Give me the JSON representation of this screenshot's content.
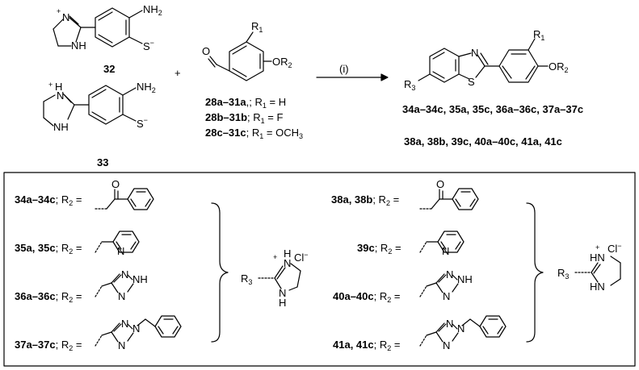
{
  "reactants": {
    "compound_32": {
      "label": "32",
      "nh2": "NH",
      "nh2_sub": "2",
      "s_minus": "S",
      "minus": "−",
      "plus": "+",
      "n_upper": "N",
      "nh": "NH"
    },
    "compound_33": {
      "label": "33",
      "nh2": "NH",
      "nh2_sub": "2",
      "s_minus": "S",
      "minus": "−",
      "plus": "+",
      "n_upper": "H",
      "n_upper2": "N",
      "nh": "NH"
    },
    "plus_sign": "+",
    "aldehyde": {
      "o": "O",
      "r1": "R",
      "r1_sub": "1",
      "or2": "OR",
      "or2_sub": "2",
      "series": [
        {
          "code": "28a–31a",
          "rest": ",; R",
          "sub": "1",
          "value": " = H"
        },
        {
          "code": "28b–31b",
          "rest": "; R",
          "sub": "1",
          "value": " = F"
        },
        {
          "code": "28c–31c",
          "rest": "; R",
          "sub": "1",
          "value": " = OCH",
          "value_sub": "3"
        }
      ]
    }
  },
  "conditions": {
    "reagent": "(i)"
  },
  "product": {
    "n": "N",
    "s": "S",
    "r1": "R",
    "r1_sub": "1",
    "or2": "OR",
    "or2_sub": "2",
    "r3": "R",
    "r3_sub": "3",
    "list_1": "34a–34c, 35a, 35c, 36a–36c, 37a–37c",
    "list_2": "38a, 38b, 39c, 40a–40c, 41a, 41c"
  },
  "legend": {
    "left": [
      {
        "code": "34a–34c",
        "rest": "; R",
        "sub": "2",
        "eq": " ="
      },
      {
        "code": "35a, 35c",
        "rest": "; R",
        "sub": "2",
        "eq": " ="
      },
      {
        "code": "36a–36c",
        "rest": "; R",
        "sub": "2",
        "eq": " ="
      },
      {
        "code": "37a–37c",
        "rest": "; R",
        "sub": "2",
        "eq": " ="
      }
    ],
    "right": [
      {
        "code": "38a, 38b",
        "rest": "; R",
        "sub": "2",
        "eq": " ="
      },
      {
        "code": "39c",
        "rest": "; R",
        "sub": "2",
        "eq": " ="
      },
      {
        "code": "40a–40c",
        "rest": "; R",
        "sub": "2",
        "eq": " ="
      },
      {
        "code": "41a, 41c",
        "rest": "; R",
        "sub": "2",
        "eq": " ="
      }
    ],
    "atoms": {
      "o": "O",
      "n": "N",
      "nh": "NH",
      "n_benzyl": "N"
    },
    "r3_left": {
      "r": "R",
      "sub": "3",
      "plus": "+",
      "n_top": "N",
      "h_top": "H",
      "cl": "Cl",
      "cl_minus": "−",
      "n_bottom": "N",
      "h_bottom": "H"
    },
    "r3_right": {
      "r": "R",
      "sub": "3",
      "plus": "+",
      "hn_top": "HN",
      "cl": "Cl",
      "cl_minus": "−",
      "hn_bottom": "HN"
    }
  }
}
